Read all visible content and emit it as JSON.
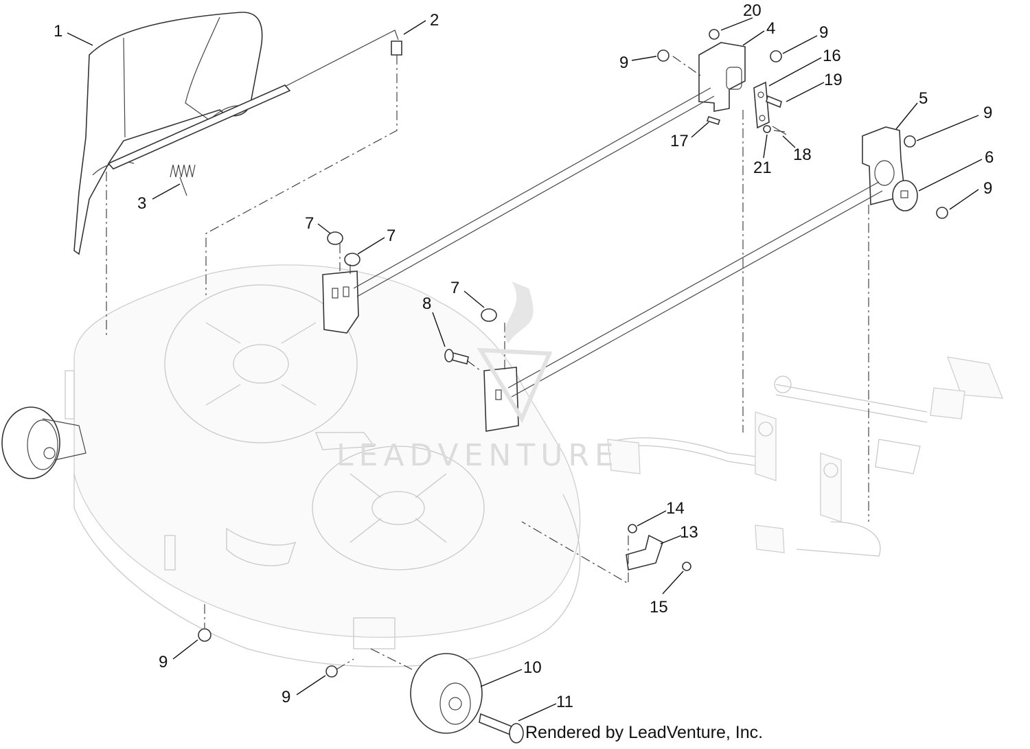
{
  "callouts": [
    {
      "id": "c1",
      "label": "1"
    },
    {
      "id": "c2",
      "label": "2"
    },
    {
      "id": "c3",
      "label": "3"
    },
    {
      "id": "c4",
      "label": "4"
    },
    {
      "id": "c5",
      "label": "5"
    },
    {
      "id": "c6",
      "label": "6"
    },
    {
      "id": "c7a",
      "label": "7"
    },
    {
      "id": "c7b",
      "label": "7"
    },
    {
      "id": "c7c",
      "label": "7"
    },
    {
      "id": "c8",
      "label": "8"
    },
    {
      "id": "c9a",
      "label": "9"
    },
    {
      "id": "c9b",
      "label": "9"
    },
    {
      "id": "c9c",
      "label": "9"
    },
    {
      "id": "c9d",
      "label": "9"
    },
    {
      "id": "c9e",
      "label": "9"
    },
    {
      "id": "c9f",
      "label": "9"
    },
    {
      "id": "c10",
      "label": "10"
    },
    {
      "id": "c11",
      "label": "11"
    },
    {
      "id": "c13",
      "label": "13"
    },
    {
      "id": "c14",
      "label": "14"
    },
    {
      "id": "c15",
      "label": "15"
    },
    {
      "id": "c16",
      "label": "16"
    },
    {
      "id": "c17",
      "label": "17"
    },
    {
      "id": "c18",
      "label": "18"
    },
    {
      "id": "c19",
      "label": "19"
    },
    {
      "id": "c20",
      "label": "20"
    },
    {
      "id": "c21",
      "label": "21"
    }
  ],
  "watermark": "LEADVENTURE",
  "credit": "Rendered by LeadVenture, Inc."
}
